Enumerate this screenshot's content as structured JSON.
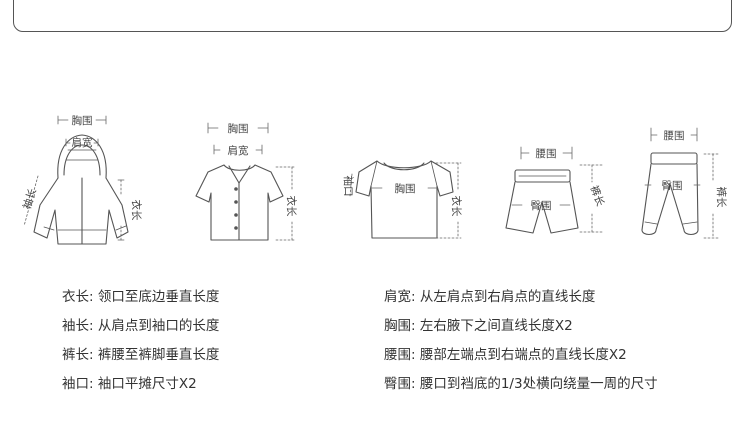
{
  "figures": {
    "jacket": {
      "chest": "胸围",
      "shoulder": "肩宽",
      "sleeve": "袖长",
      "length": "衣长"
    },
    "shirt": {
      "chest": "胸围",
      "shoulder": "肩宽",
      "length": "衣长"
    },
    "tshirt": {
      "cuff": "袖口",
      "chest": "胸围",
      "length": "衣长"
    },
    "shorts": {
      "waist": "腰围",
      "hip": "臀围",
      "pants_length": "裤长"
    },
    "pants": {
      "waist": "腰围",
      "hip": "臀围",
      "pants_length": "裤长"
    }
  },
  "legend": {
    "left": [
      "衣长: 领口至底边垂直长度",
      "袖长: 从肩点到袖口的长度",
      "裤长: 裤腰至裤脚垂直长度",
      "袖口: 袖口平摊尺寸X2"
    ],
    "right": [
      "肩宽: 从左肩点到右肩点的直线长度",
      "胸围: 左右腋下之间直线长度X2",
      "腰围: 腰部左端点到右端点的直线长度X2",
      "臀围: 腰口到裆底的1/3处横向绕量一周的尺寸"
    ]
  }
}
